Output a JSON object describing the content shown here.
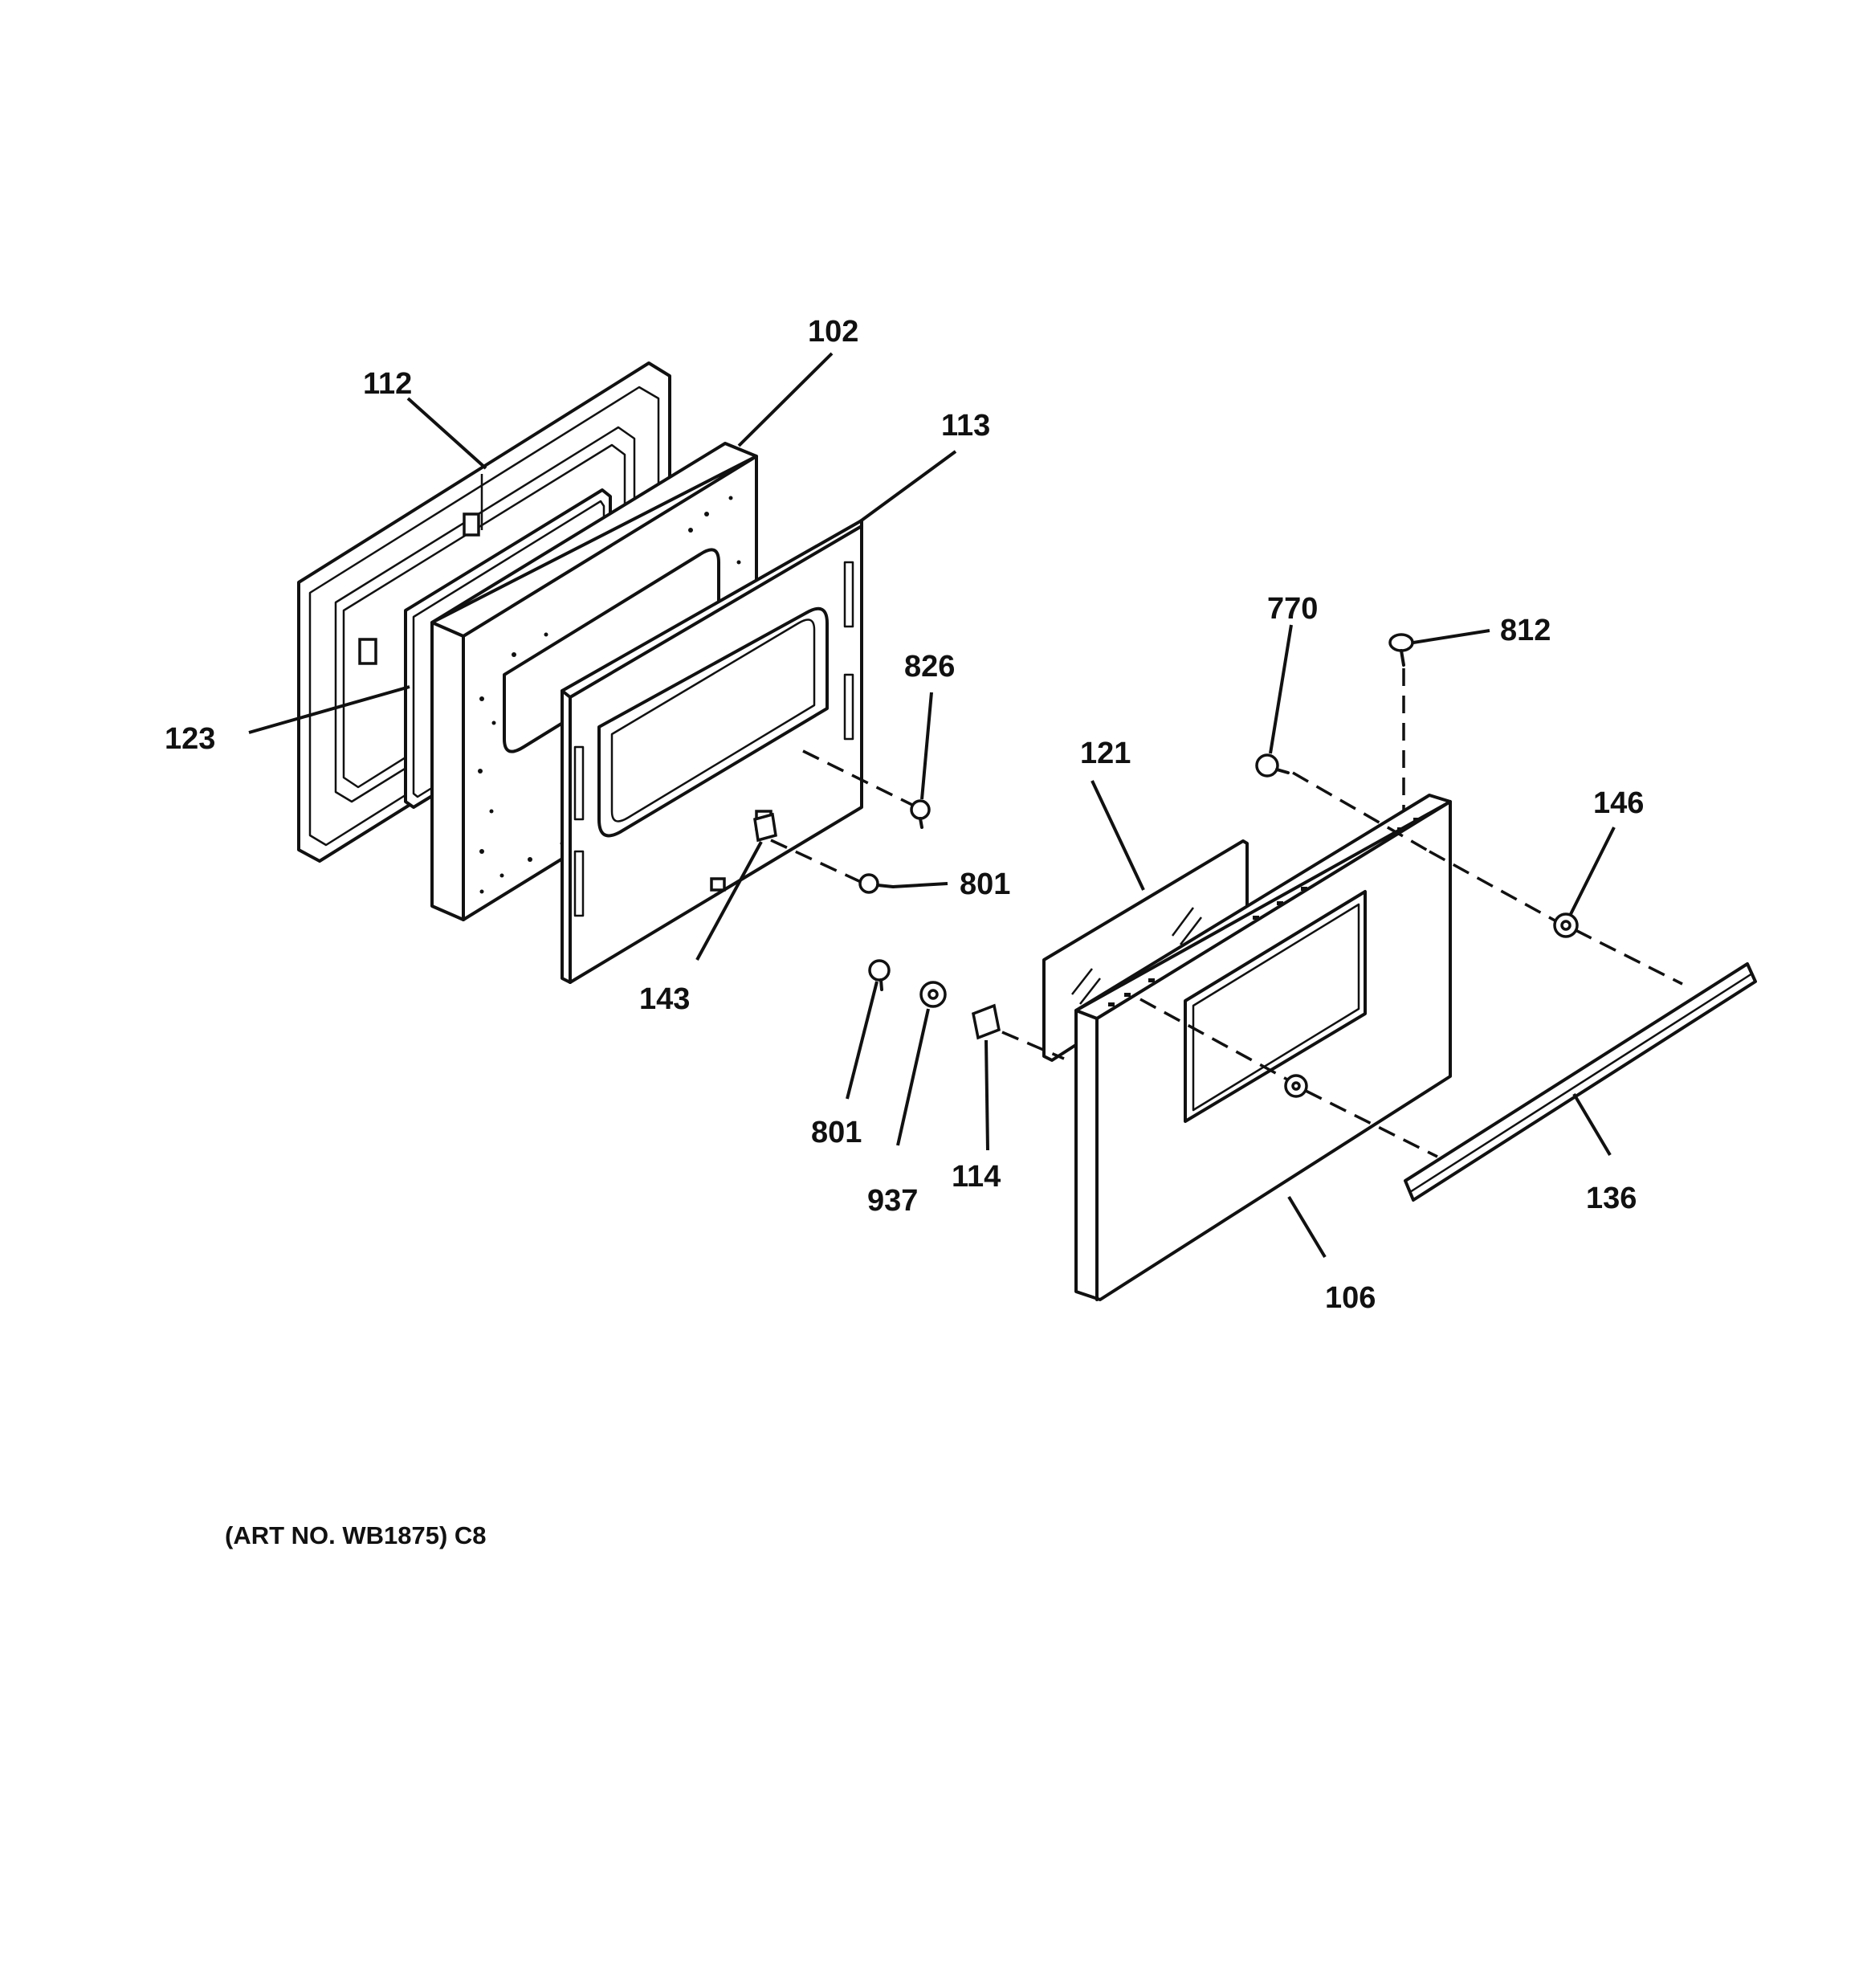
{
  "diagram": {
    "caption": "(ART NO. WB1875) C8",
    "labels": {
      "p112": "112",
      "p102": "102",
      "p113": "113",
      "p123": "123",
      "p826": "826",
      "p801a": "801",
      "p143": "143",
      "p770": "770",
      "p812": "812",
      "p121": "121",
      "p146": "146",
      "p801b": "801",
      "p937": "937",
      "p114": "114",
      "p136": "136",
      "p106": "106"
    }
  }
}
